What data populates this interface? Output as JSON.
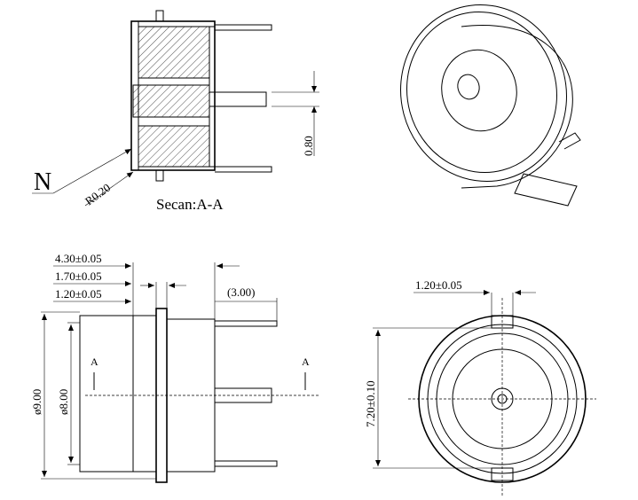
{
  "section_view": {
    "orientation_mark": "N",
    "radius_label": "R0.20",
    "caption": "Secan:A-A",
    "gap_dim": "0.80"
  },
  "side_view": {
    "dims": {
      "d1": "4.30±0.05",
      "d2": "1.70±0.05",
      "d3": "1.20±0.05",
      "pin_length": "(3.00)",
      "outer_dia": "ø9.00",
      "inner_dia": "ø8.00"
    },
    "section_marks": {
      "left": "A",
      "right": "A"
    }
  },
  "front_view": {
    "dims": {
      "slot_width": "1.20±0.05",
      "height": "7.20±0.10"
    }
  }
}
